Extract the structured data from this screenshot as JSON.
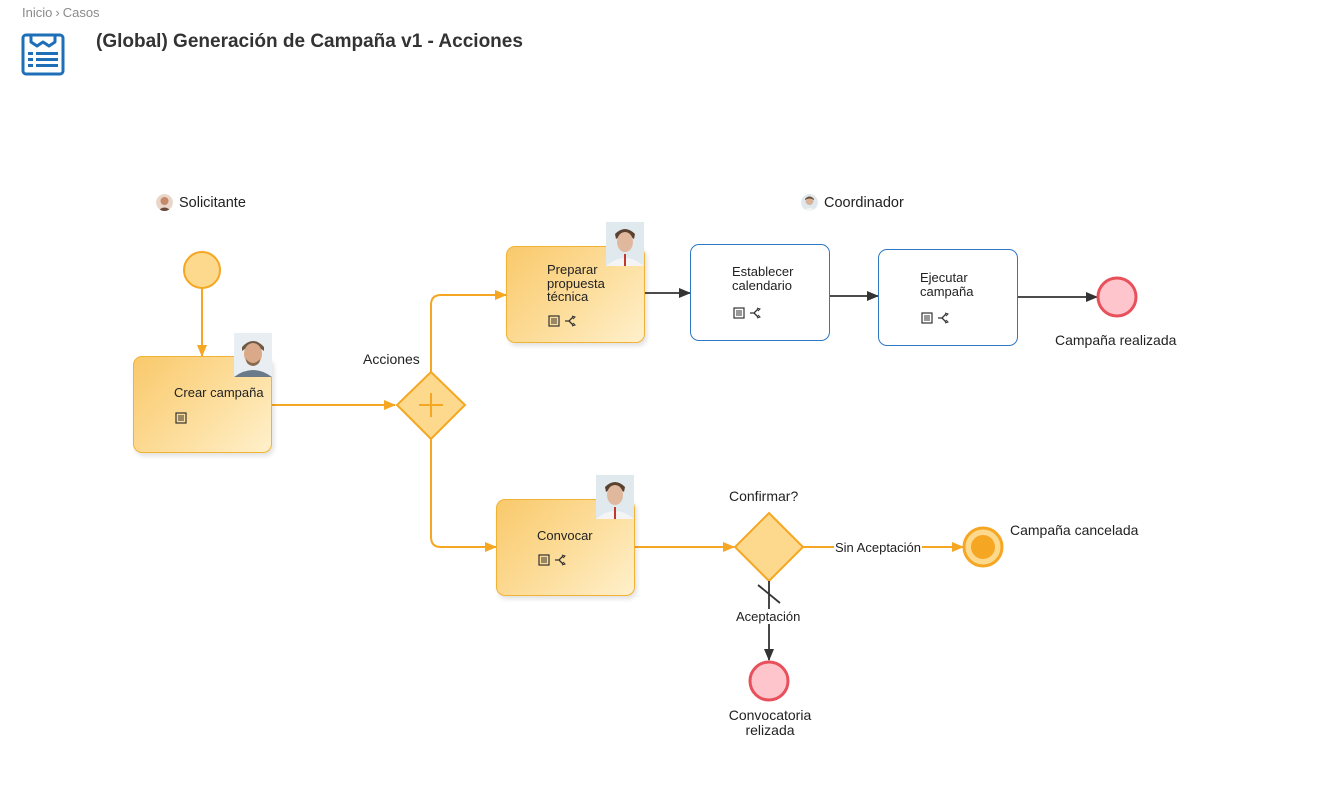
{
  "breadcrumb": {
    "home": "Inicio",
    "separator": "›",
    "current": "Casos"
  },
  "page_title": "(Global) Generación de Campaña v1 - Acciones",
  "colors": {
    "active_fill": "#fcd98d",
    "active_border": "#f2b233",
    "pending_border": "#2f78c4",
    "end_fill": "#ffc5cc",
    "end_border": "#e8505b",
    "flow_active": "#f5a623",
    "flow_pending": "#333333"
  },
  "lanes": {
    "requester": "Solicitante",
    "coordinator": "Coordinador"
  },
  "tasks": {
    "crear": "Crear campaña",
    "preparar": "Preparar\npropuesta\ntécnica",
    "establecer": "Establecer\ncalendario",
    "ejecutar": "Ejecutar\ncampaña",
    "convocar": "Convocar"
  },
  "task_icons": [
    "form-icon",
    "subprocess-icon"
  ],
  "gateways": {
    "parallel": "Acciones",
    "exclusive": "Confirmar?"
  },
  "flows": {
    "no_acceptance": "Sin Aceptación",
    "acceptance": "Aceptación"
  },
  "events": {
    "campaign_done": "Campaña realizada",
    "campaign_cancelled": "Campaña cancelada",
    "call_done": "Convocatoria\nrelizada"
  }
}
